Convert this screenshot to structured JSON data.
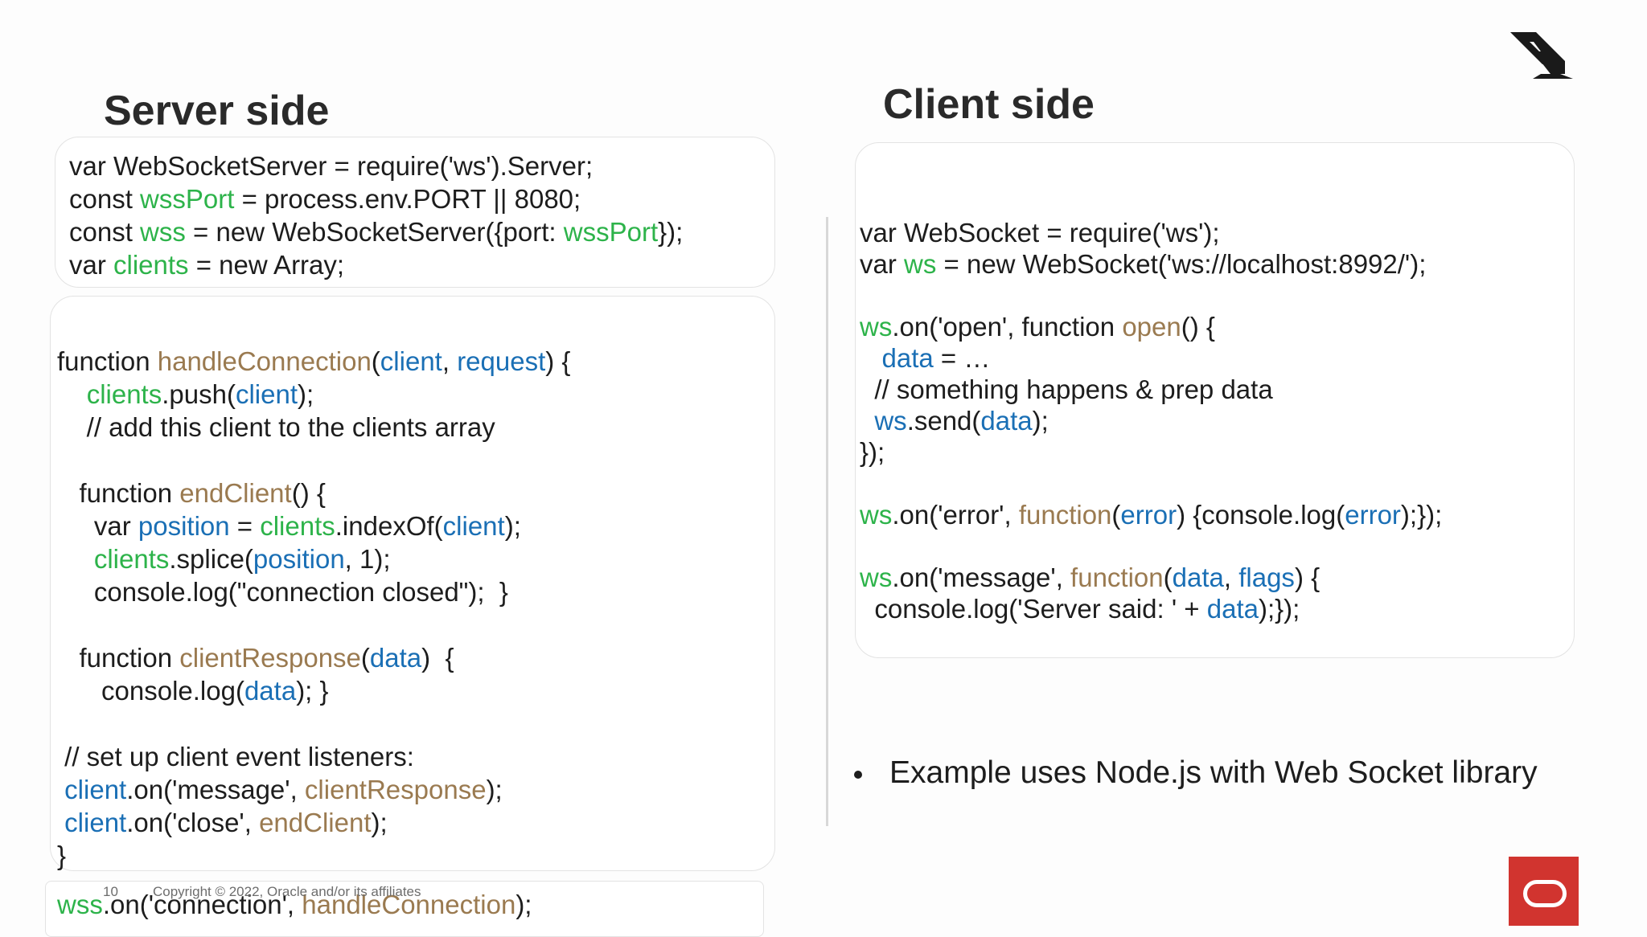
{
  "slide": {
    "server_title": "Server side",
    "client_title": "Client side",
    "bullet": "Example uses Node.js with Web Socket library",
    "page_number": "10",
    "copyright": "Copyright © 2022, Oracle and/or its affiliates"
  },
  "colors": {
    "variable": "#2db34a",
    "function": "#9a7a50",
    "parameter": "#1a6fb5",
    "brand": "#d1342f"
  },
  "icons": {
    "websocket": "websocket-logo-icon",
    "brand": "oracle-logo-icon"
  },
  "server": {
    "top_lines": [
      [
        [
          "t",
          "var WebSocketServer = require('ws').Server;"
        ]
      ],
      [
        [
          "t",
          "const "
        ],
        [
          "v",
          "wssPort"
        ],
        [
          "t",
          " = process.env.PORT || 8080;"
        ]
      ],
      [
        [
          "t",
          "const "
        ],
        [
          "v",
          "wss"
        ],
        [
          "t",
          " = new WebSocketServer({port: "
        ],
        [
          "v",
          "wssPort"
        ],
        [
          "t",
          "});"
        ]
      ],
      [
        [
          "t",
          "var "
        ],
        [
          "v",
          "clients"
        ],
        [
          "t",
          " = new Array;"
        ]
      ]
    ],
    "main_lines": [
      [],
      [
        [
          "t",
          "function "
        ],
        [
          "f",
          "handleConnection"
        ],
        [
          "t",
          "("
        ],
        [
          "p",
          "client"
        ],
        [
          "t",
          ", "
        ],
        [
          "p",
          "request"
        ],
        [
          "t",
          ") {"
        ]
      ],
      [
        [
          "t",
          "    "
        ],
        [
          "v",
          "clients"
        ],
        [
          "t",
          ".push("
        ],
        [
          "p",
          "client"
        ],
        [
          "t",
          ");"
        ]
      ],
      [
        [
          "t",
          "    // add this client to the clients array"
        ]
      ],
      [],
      [
        [
          "t",
          "   function "
        ],
        [
          "f",
          "endClient"
        ],
        [
          "t",
          "() {"
        ]
      ],
      [
        [
          "t",
          "     var "
        ],
        [
          "p",
          "position"
        ],
        [
          "t",
          " = "
        ],
        [
          "v",
          "clients"
        ],
        [
          "t",
          ".indexOf("
        ],
        [
          "p",
          "client"
        ],
        [
          "t",
          ");"
        ]
      ],
      [
        [
          "t",
          "     "
        ],
        [
          "v",
          "clients"
        ],
        [
          "t",
          ".splice("
        ],
        [
          "p",
          "position"
        ],
        [
          "t",
          ", 1);"
        ]
      ],
      [
        [
          "t",
          "     console.log(\"connection closed\");  }"
        ]
      ],
      [],
      [
        [
          "t",
          "   function "
        ],
        [
          "f",
          "clientResponse"
        ],
        [
          "t",
          "("
        ],
        [
          "p",
          "data"
        ],
        [
          "t",
          ")  {"
        ]
      ],
      [
        [
          "t",
          "      console.log("
        ],
        [
          "p",
          "data"
        ],
        [
          "t",
          "); }"
        ]
      ],
      [],
      [
        [
          "t",
          " // set up client event listeners:"
        ]
      ],
      [
        [
          "t",
          " "
        ],
        [
          "p",
          "client"
        ],
        [
          "t",
          ".on('message', "
        ],
        [
          "f",
          "clientResponse"
        ],
        [
          "t",
          ");"
        ]
      ],
      [
        [
          "t",
          " "
        ],
        [
          "p",
          "client"
        ],
        [
          "t",
          ".on('close', "
        ],
        [
          "f",
          "endClient"
        ],
        [
          "t",
          ");"
        ]
      ],
      [
        [
          "t",
          "}"
        ]
      ]
    ],
    "bottom_line": [
      [
        "v",
        "wss"
      ],
      [
        "t",
        ".on('connection', "
      ],
      [
        "f",
        "handleConnection"
      ],
      [
        "t",
        ");"
      ]
    ]
  },
  "client": {
    "lines": [
      [
        [
          "t",
          "var WebSocket = require('ws');"
        ]
      ],
      [
        [
          "t",
          "var "
        ],
        [
          "v",
          "ws"
        ],
        [
          "t",
          " = new WebSocket('ws://localhost:8992/');"
        ]
      ],
      [],
      [
        [
          "v",
          "ws"
        ],
        [
          "t",
          ".on('open', function "
        ],
        [
          "f",
          "open"
        ],
        [
          "t",
          "() {"
        ]
      ],
      [
        [
          "t",
          "   "
        ],
        [
          "p",
          "data"
        ],
        [
          "t",
          " = …"
        ]
      ],
      [
        [
          "t",
          "  // something happens & prep data"
        ]
      ],
      [
        [
          "t",
          "  "
        ],
        [
          "p",
          "ws"
        ],
        [
          "t",
          ".send("
        ],
        [
          "p",
          "data"
        ],
        [
          "t",
          ");"
        ]
      ],
      [
        [
          "t",
          "});"
        ]
      ],
      [],
      [
        [
          "v",
          "ws"
        ],
        [
          "t",
          ".on('error', "
        ],
        [
          "f",
          "function"
        ],
        [
          "t",
          "("
        ],
        [
          "p",
          "error"
        ],
        [
          "t",
          ") {console.log("
        ],
        [
          "p",
          "error"
        ],
        [
          "t",
          ");});"
        ]
      ],
      [],
      [
        [
          "v",
          "ws"
        ],
        [
          "t",
          ".on('message', "
        ],
        [
          "f",
          "function"
        ],
        [
          "t",
          "("
        ],
        [
          "p",
          "data"
        ],
        [
          "t",
          ", "
        ],
        [
          "p",
          "flags"
        ],
        [
          "t",
          ") {"
        ]
      ],
      [
        [
          "t",
          "  console.log('Server said: ' + "
        ],
        [
          "p",
          "data"
        ],
        [
          "t",
          ");});"
        ]
      ]
    ]
  }
}
